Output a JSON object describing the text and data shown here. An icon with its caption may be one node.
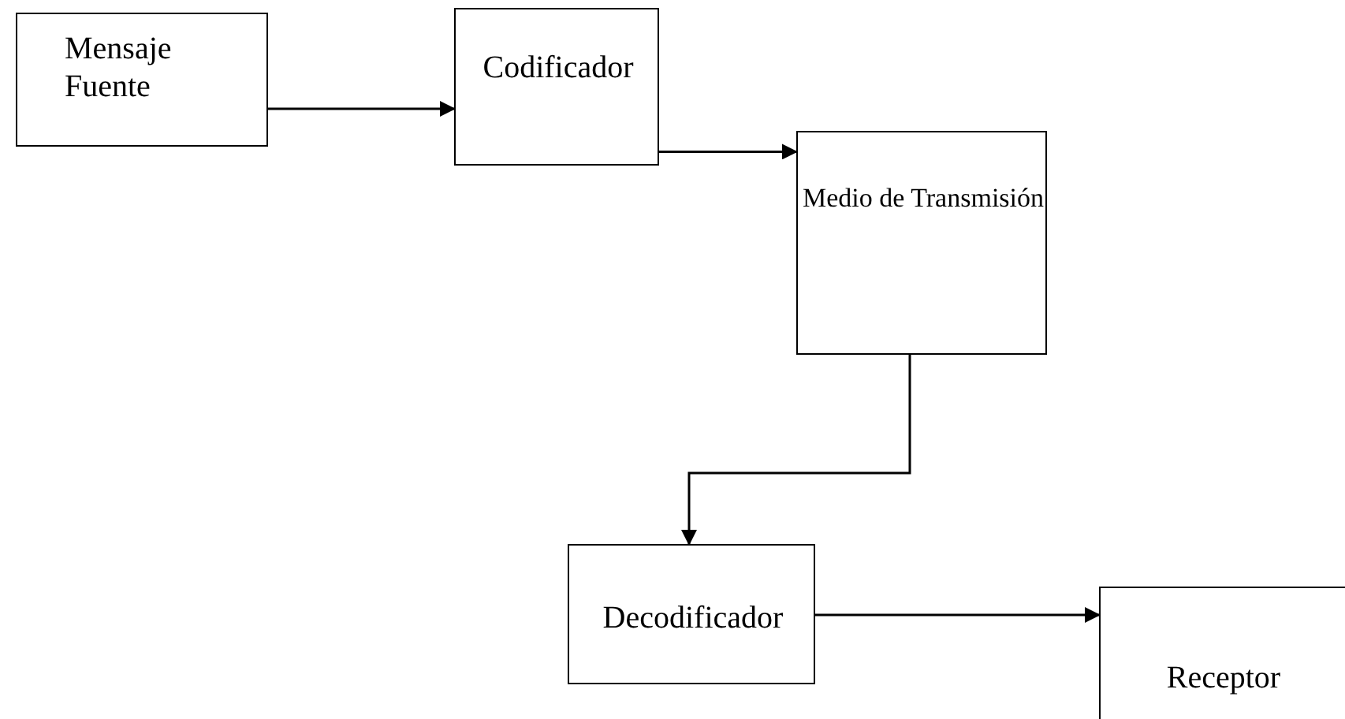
{
  "diagram": {
    "nodes": [
      {
        "text": [
          "Mensaje Fuente"
        ]
      },
      {
        "text": [
          "Codificador"
        ]
      },
      {
        "text": [
          "Medio de Transmisión"
        ]
      },
      {
        "text": [
          "Decodificador"
        ]
      },
      {
        "text": [
          "Receptor"
        ]
      }
    ],
    "edges": [
      {
        "from": 0,
        "to": 1,
        "arrow": "to"
      },
      {
        "from": 1,
        "to": 2,
        "arrow": "to"
      },
      {
        "from": 2,
        "to": 3,
        "arrow": "to"
      },
      {
        "from": 3,
        "to": 4,
        "arrow": "to"
      }
    ]
  }
}
